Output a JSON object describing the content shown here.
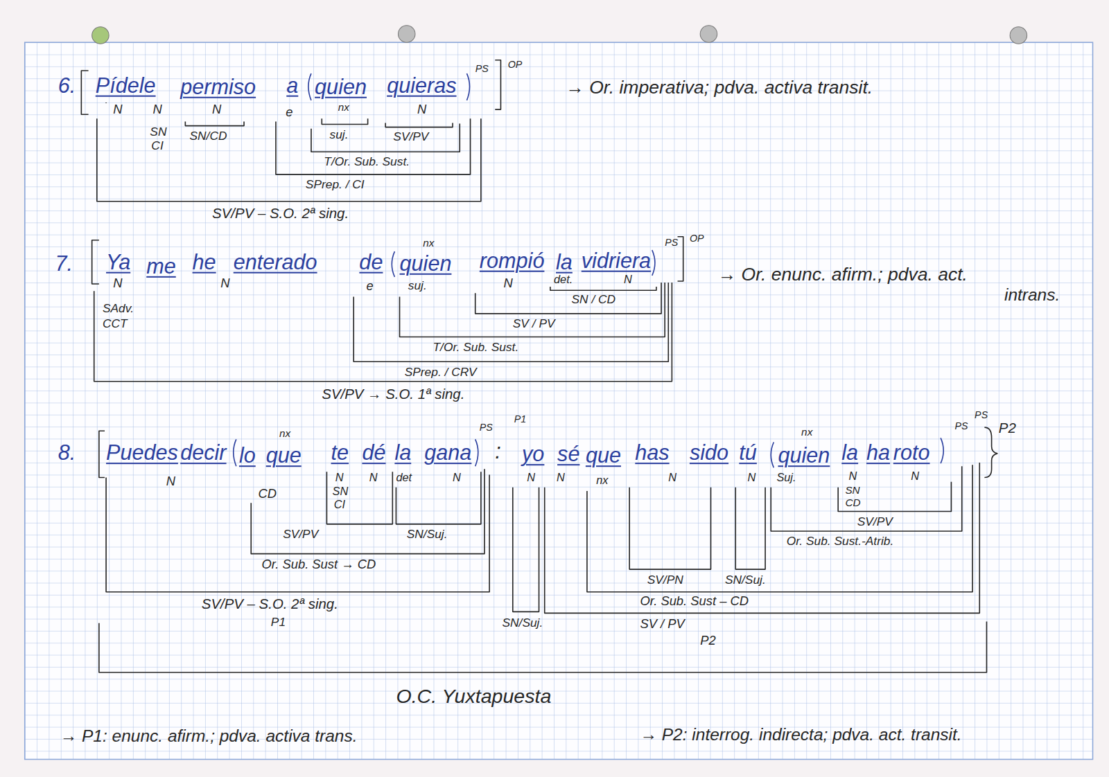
{
  "diagram": {
    "labels": [
      "6.",
      "Pídele",
      "permiso",
      "a",
      "quien",
      "quieras",
      "PS",
      "OP",
      "→ Or. imperativa; pdva. activa transit.",
      "N",
      "N",
      "SN",
      "CI",
      "N",
      "SN/CD",
      "e",
      "nx",
      "suj.",
      "N",
      "SV/PV",
      "T/Or. Sub. Sust.",
      "SPrep. / CI",
      "SV/PV – S.O. 2ª sing.",
      "7.",
      "Ya",
      "me",
      "he",
      "enterado",
      "de",
      "nx",
      "quien",
      "rompió",
      "la",
      "vidriera",
      "PS",
      "OP",
      "→ Or. enunc. afirm.; pdva. act.",
      "intrans.",
      "N",
      "SAdv.",
      "CCT",
      "N",
      "e",
      "suj.",
      "N",
      "det.",
      "N",
      "SN / CD",
      "SV / PV",
      "T/Or. Sub. Sust.",
      "SPrep. / CRV",
      "SV/PV → S.O. 1ª sing.",
      "8.",
      "Puedes",
      "decir",
      "nx",
      "lo",
      "que",
      "te",
      "dé",
      "la",
      "gana",
      "PS",
      "P1",
      ":",
      "yo",
      "sé",
      "que",
      "has",
      "sido",
      "tú",
      "nx",
      "quien",
      "la",
      "ha",
      "roto",
      "PS",
      "PS",
      "P2",
      "N",
      "CD",
      "N",
      "SN",
      "CI",
      "N",
      "det",
      "N",
      "SV/PV",
      "SN/Suj.",
      "Or. Sub. Sust → CD",
      "SV/PV – S.O. 2ª sing.",
      "P1",
      "N",
      "N",
      "nx",
      "N",
      "N",
      "Suj.",
      "N",
      "SN",
      "CD",
      "N",
      "SV/PV",
      "Or. Sub. Sust.-Atrib.",
      "SV/PN",
      "SN/Suj.",
      "Or. Sub. Sust – CD",
      "SV / PV",
      "P2",
      "SN/Suj.",
      "O.C. Yuxtapuesta",
      "→ P1: enunc. afirm.; pdva. activa trans.",
      "→ P2: interrog. indirecta; pdva. act. transit."
    ]
  }
}
